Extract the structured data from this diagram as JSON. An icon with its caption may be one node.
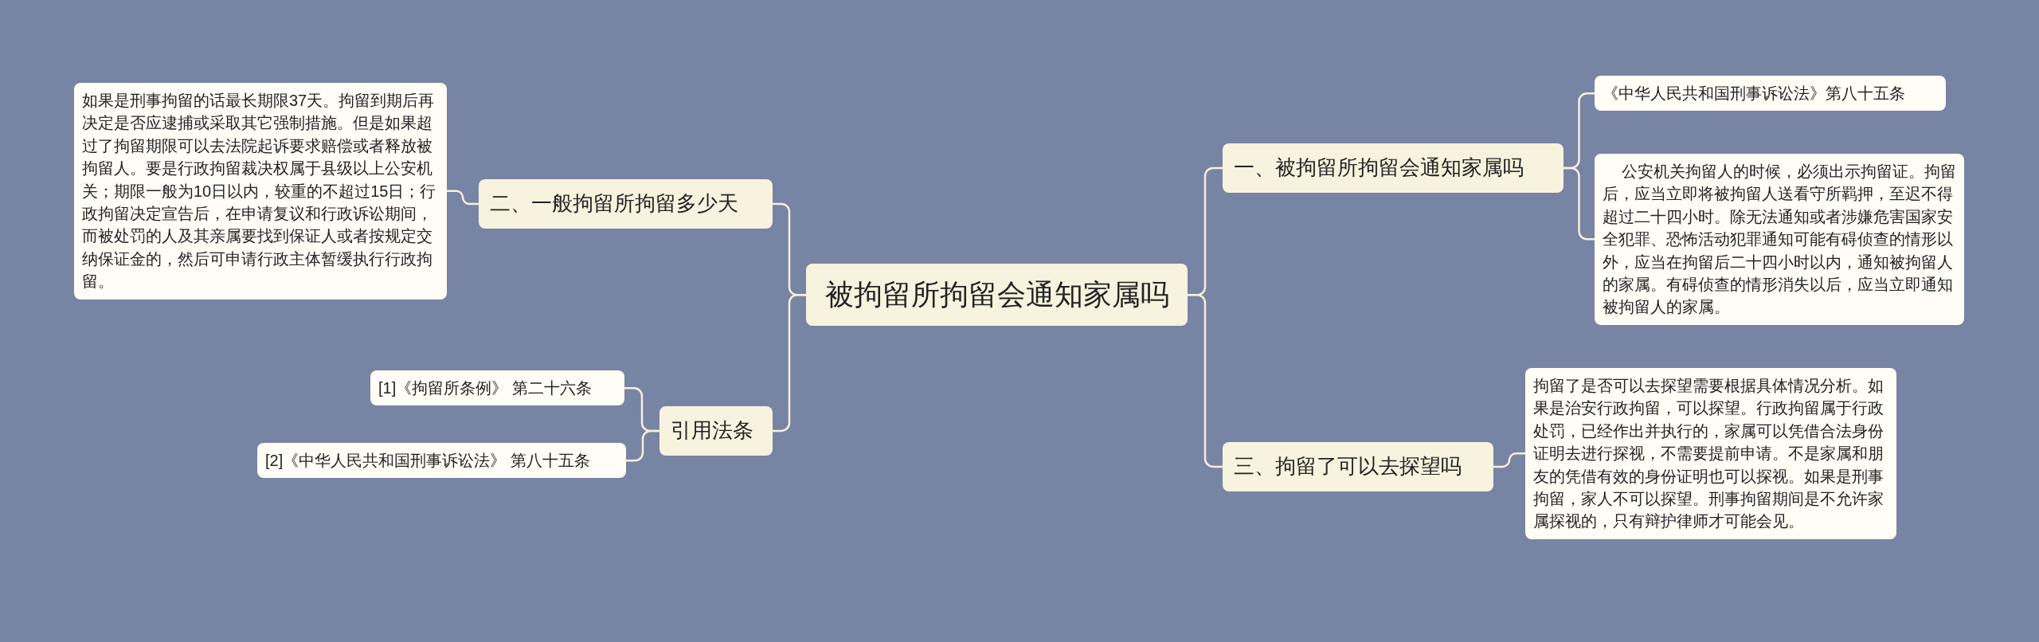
{
  "diagram": {
    "nodes": [
      {
        "text": [
          "被拘留所拘留会通知家属吗"
        ]
      },
      {
        "text": [
          "二、一般拘留所拘留多少天"
        ]
      },
      {
        "text": [
          "如果是刑事拘留的话最长期限37天。拘留到期后再决定是否应逮捕或采取其它强制措施。但是如果超过了拘留期限可以去法院起诉要求赔偿或者释放被拘留人。要是行政拘留裁决权属于县级以上公安机关；期限一般为10日以内，较重的不超过15日；行政拘留决定宣告后，在申请复议和行政诉讼期间，而被处罚的人及其亲属要找到保证人或者按规定交纳保证金的，然后可申请行政主体暂缓执行行政拘留。"
        ]
      },
      {
        "text": [
          "引用法条"
        ]
      },
      {
        "text": [
          "[1]《拘留所条例》 第二十六条"
        ]
      },
      {
        "text": [
          "[2]《中华人民共和国刑事诉讼法》 第八十五条"
        ]
      },
      {
        "text": [
          "一、被拘留所拘留会通知家属吗"
        ]
      },
      {
        "text": [
          "《中华人民共和国刑事诉讼法》第八十五条"
        ]
      },
      {
        "text": [
          "公安机关拘留人的时候，必须出示拘留证。拘留后，应当立即将被拘留人送看守所羁押，至迟不得超过二十四小时。除无法通知或者涉嫌危害国家安全犯罪、恐怖活动犯罪通知可能有碍侦查的情形以外，应当在拘留后二十四小时以内，通知被拘留人的家属。有碍侦查的情形消失以后，应当立即通知被拘留人的家属。"
        ]
      },
      {
        "text": [
          "三、拘留了可以去探望吗"
        ]
      },
      {
        "text": [
          "拘留了是否可以去探望需要根据具体情况分析。如果是治安行政拘留，可以探望。行政拘留属于行政处罚，已经作出并执行的，家属可以凭借合法身份证明去进行探视，不需要提前申请。不是家属和朋友的凭借有效的身份证明也可以探视。如果是刑事拘留，家人不可以探望。刑事拘留期间是不允许家属探视的，只有辩护律师才可能会见。"
        ]
      }
    ],
    "edges": [
      {
        "from": 0,
        "to": 1,
        "arrow": "none"
      },
      {
        "from": 1,
        "to": 2,
        "arrow": "none"
      },
      {
        "from": 0,
        "to": 3,
        "arrow": "none"
      },
      {
        "from": 3,
        "to": 4,
        "arrow": "none"
      },
      {
        "from": 3,
        "to": 5,
        "arrow": "none"
      },
      {
        "from": 0,
        "to": 6,
        "arrow": "none"
      },
      {
        "from": 6,
        "to": 7,
        "arrow": "none"
      },
      {
        "from": 6,
        "to": 8,
        "arrow": "none"
      },
      {
        "from": 0,
        "to": 9,
        "arrow": "none"
      },
      {
        "from": 9,
        "to": 10,
        "arrow": "none"
      }
    ]
  }
}
